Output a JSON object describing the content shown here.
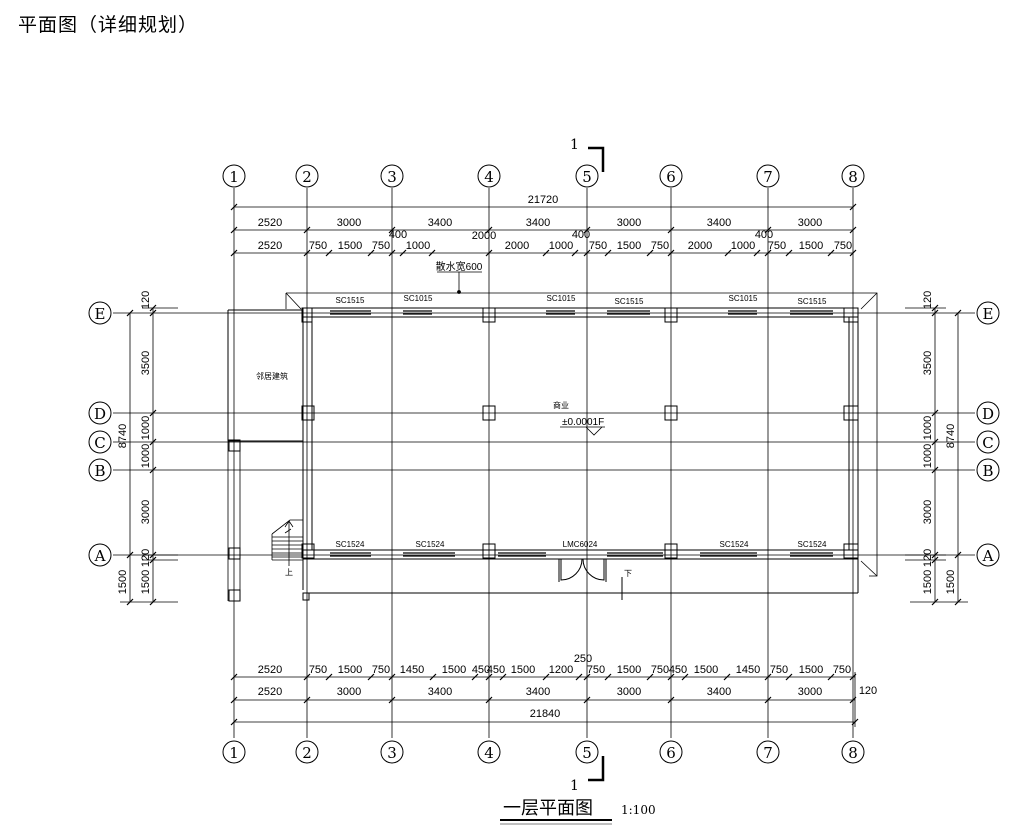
{
  "page_title": "平面图（详细规划）",
  "drawing_title": "一层平面图",
  "drawing_scale": "1:100",
  "section_mark": "1",
  "axes_v": [
    "1",
    "2",
    "3",
    "4",
    "5",
    "6",
    "7",
    "8"
  ],
  "axes_h": [
    "E",
    "D",
    "C",
    "B",
    "A"
  ],
  "dims_top_total": "21720",
  "dims_top_row1": [
    "2520",
    "3000",
    "3400",
    "3400",
    "3000",
    "3400",
    "3000"
  ],
  "dims_top_row2": [
    "2520",
    "750",
    "1500",
    "750",
    "1000",
    "2000",
    "1000",
    "750",
    "1500",
    "750",
    "2000",
    "1000",
    "750",
    "1500",
    "750"
  ],
  "dims_top_small": [
    "400",
    "2000",
    "400",
    "400"
  ],
  "dims_bottom_row1": [
    "2520",
    "750",
    "1500",
    "750",
    "1450",
    "1500",
    "450",
    "450",
    "1500",
    "1200",
    "750",
    "1500",
    "750",
    "450",
    "1500",
    "1450",
    "750",
    "1500",
    "750"
  ],
  "dims_bottom_small": "250",
  "dims_bottom_row2": [
    "2520",
    "3000",
    "3400",
    "3400",
    "3000",
    "3400",
    "3000"
  ],
  "dims_bottom_total": "21840",
  "dims_bottom_right": "120",
  "dims_side": [
    "120",
    "3500",
    "1000",
    "1000",
    "3000",
    "120",
    "1500"
  ],
  "dims_side_total": "8740",
  "top_drain_label": "散水宽600",
  "windows_top": [
    "SC1515",
    "SC1015",
    "SC1015",
    "SC1515",
    "SC1015",
    "SC1515"
  ],
  "windows_bottom": [
    "SC1524",
    "SC1524",
    "LMC6024",
    "SC1524",
    "SC1524"
  ],
  "neighbor_label": "邻居建筑",
  "room_label": "商业",
  "elevation_label": "±0.0001F",
  "stair_up": "上",
  "stair_down": "下"
}
